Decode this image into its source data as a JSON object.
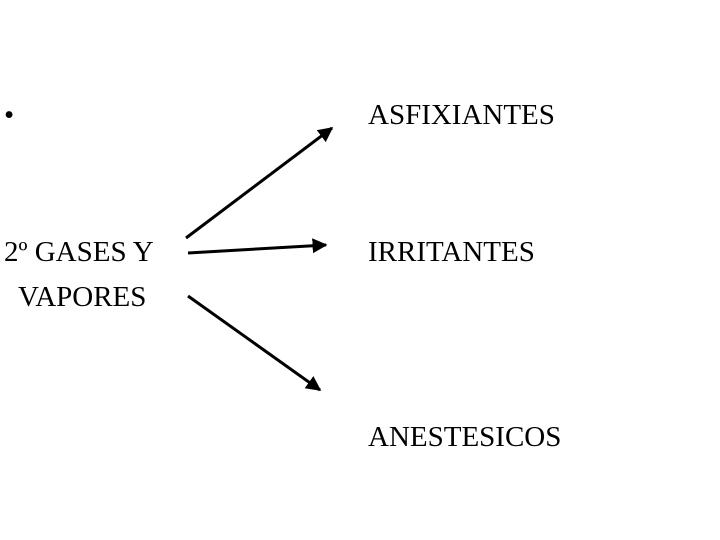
{
  "slide": {
    "bullet": "•",
    "source_line1": "2º GASES Y",
    "source_line2": "VAPORES",
    "targets": [
      "ASFIXIANTES",
      "IRRITANTES",
      "ANESTESICOS"
    ],
    "arrow_color": "#000000"
  }
}
